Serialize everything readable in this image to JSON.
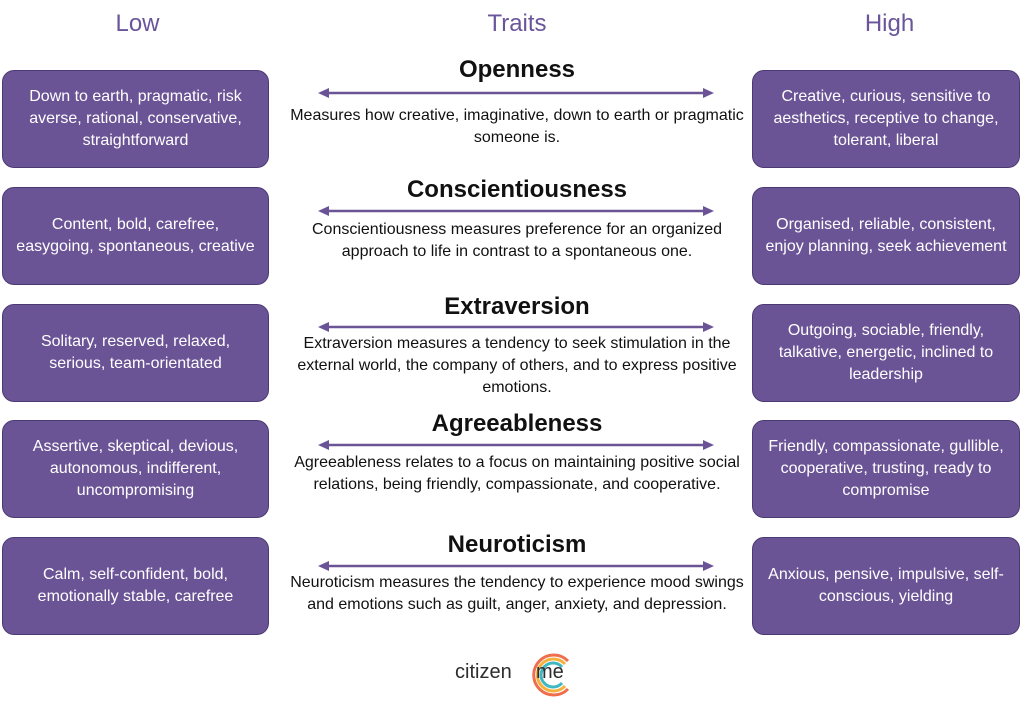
{
  "headers": {
    "low": "Low",
    "traits": "Traits",
    "high": "High"
  },
  "traits": [
    {
      "name": "Openness",
      "description": "Measures how creative, imaginative, down to earth or pragmatic someone is.",
      "low": "Down to earth, pragmatic, risk averse, rational, conservative, straightforward",
      "high": "Creative, curious, sensitive to aesthetics, receptive to change, tolerant, liberal"
    },
    {
      "name": "Conscientiousness",
      "description": "Conscientiousness measures preference for an organized approach to life in contrast to a spontaneous one.",
      "low": "Content, bold, carefree, easygoing, spontaneous, creative",
      "high": "Organised, reliable, consistent, enjoy planning, seek achievement"
    },
    {
      "name": "Extraversion",
      "description": "Extraversion measures a tendency to seek stimulation in the external world, the company of others, and to express positive emotions.",
      "low": "Solitary, reserved, relaxed, serious, team-orientated",
      "high": "Outgoing, sociable, friendly, talkative, energetic, inclined to leadership"
    },
    {
      "name": "Agreeableness",
      "description": "Agreeableness relates to a focus on maintaining positive social relations, being friendly, compassionate, and cooperative.",
      "low": "Assertive, skeptical,  devious, autonomous, indifferent, uncompromising",
      "high": "Friendly, compassionate, gullible, cooperative, trusting, ready to compromise"
    },
    {
      "name": "Neuroticism",
      "description": "Neuroticism measures the tendency to experience mood swings and emotions such as guilt, anger, anxiety, and depression.",
      "low": "Calm, self-confident, bold, emotionally stable, carefree",
      "high": "Anxious, pensive, impulsive, self-conscious, yielding"
    }
  ],
  "logo": {
    "text": "citizen",
    "suffix": "me"
  },
  "colors": {
    "box_fill": "#6b5496",
    "header": "#6a559a",
    "logo_ring": "#ef6e4c"
  }
}
